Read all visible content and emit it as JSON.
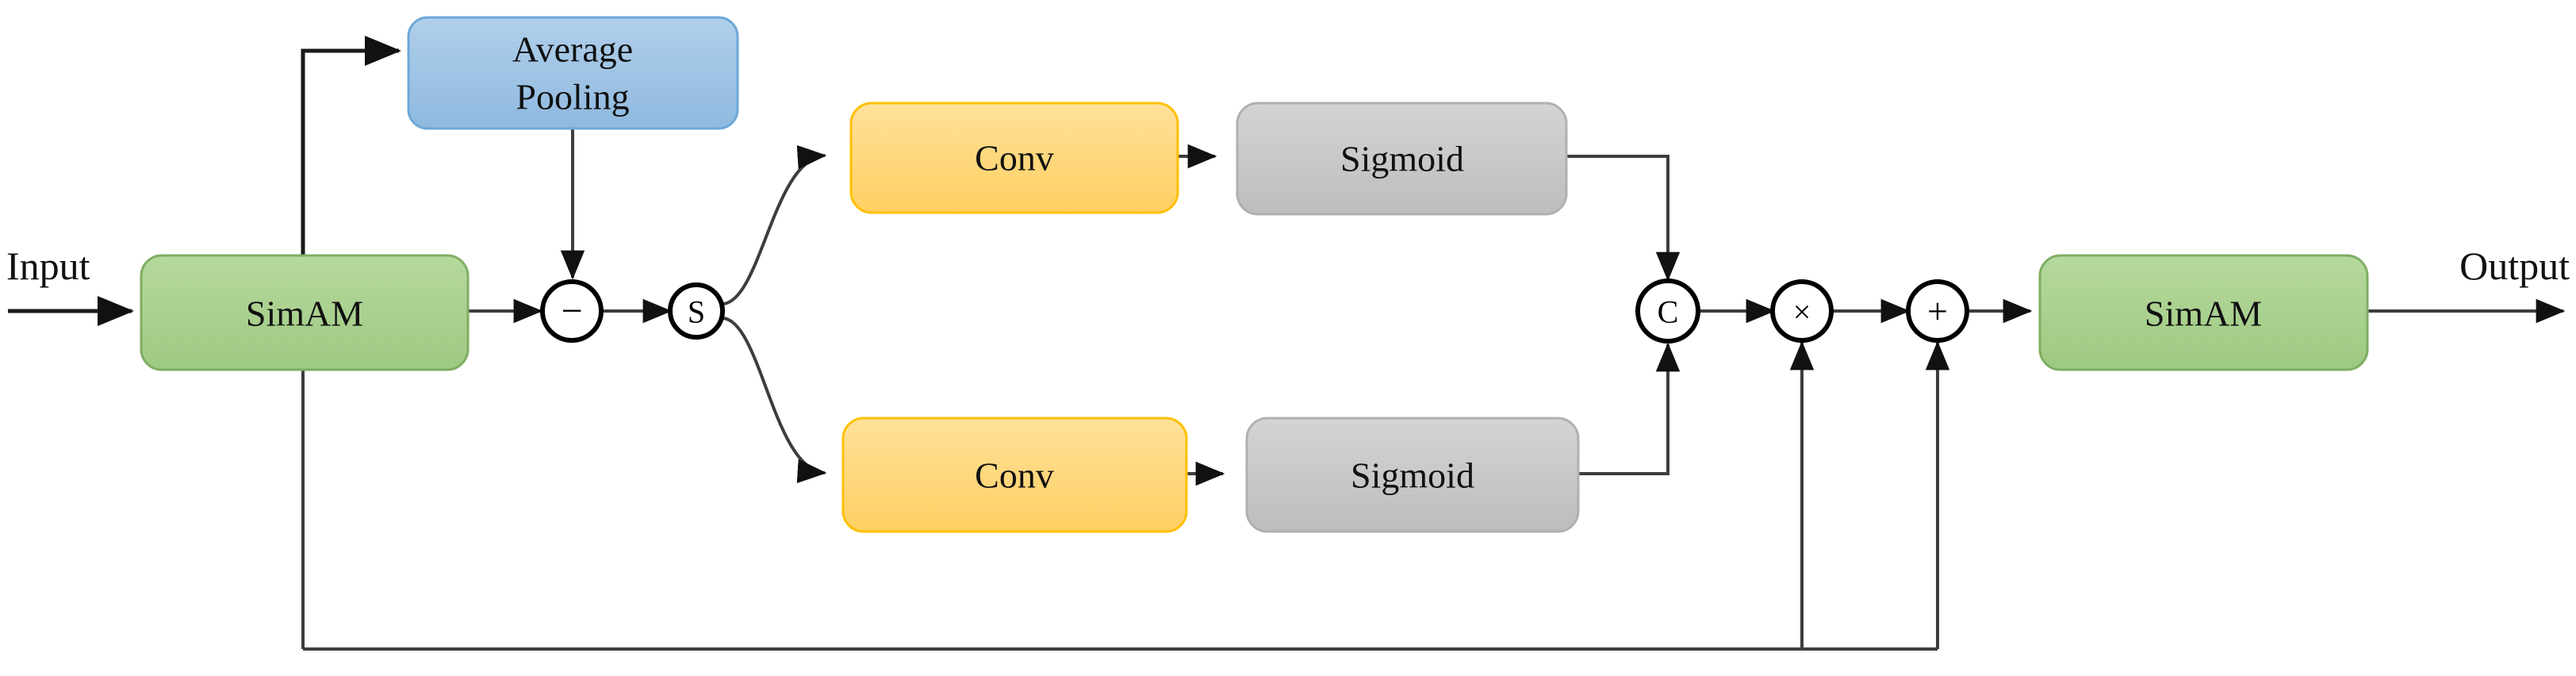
{
  "diagram": {
    "title": "SimAM attention block data-flow diagram",
    "io": {
      "input_label": "Input",
      "output_label": "Output"
    },
    "nodes": {
      "simam_in": {
        "label": "SimAM",
        "color": "#a9d18e",
        "border": "#7fad63"
      },
      "avg_pool": {
        "label": "Average Pooling",
        "line1": "Average",
        "line2": "Pooling",
        "color": "#9dc3e6",
        "border": "#6da7d8"
      },
      "conv_top": {
        "label": "Conv",
        "color": "#ffd966",
        "border": "#ffc000"
      },
      "conv_bottom": {
        "label": "Conv",
        "color": "#ffd966",
        "border": "#ffc000"
      },
      "sigmoid_top": {
        "label": "Sigmoid",
        "color": "#c9c9c9",
        "border": "#b0b0b0"
      },
      "sigmoid_bottom": {
        "label": "Sigmoid",
        "color": "#c9c9c9",
        "border": "#b0b0b0"
      },
      "simam_out": {
        "label": "SimAM",
        "color": "#a9d18e",
        "border": "#7fad63"
      }
    },
    "operators": {
      "subtract": {
        "glyph": "−",
        "name": "subtract"
      },
      "split": {
        "glyph": "S",
        "name": "split"
      },
      "concat": {
        "glyph": "C",
        "name": "concat"
      },
      "multiply": {
        "glyph": "×",
        "name": "multiply"
      },
      "add": {
        "glyph": "+",
        "name": "add"
      }
    },
    "edges": [
      {
        "from": "input",
        "to": "simam_in"
      },
      {
        "from": "simam_in",
        "to": "avg_pool"
      },
      {
        "from": "avg_pool",
        "to": "subtract"
      },
      {
        "from": "simam_in",
        "to": "subtract"
      },
      {
        "from": "subtract",
        "to": "split"
      },
      {
        "from": "split",
        "to": "conv_top"
      },
      {
        "from": "split",
        "to": "conv_bottom"
      },
      {
        "from": "conv_top",
        "to": "sigmoid_top"
      },
      {
        "from": "conv_bottom",
        "to": "sigmoid_bottom"
      },
      {
        "from": "sigmoid_top",
        "to": "concat"
      },
      {
        "from": "sigmoid_bottom",
        "to": "concat"
      },
      {
        "from": "concat",
        "to": "multiply"
      },
      {
        "from": "multiply",
        "to": "add"
      },
      {
        "from": "add",
        "to": "simam_out"
      },
      {
        "from": "simam_out",
        "to": "output"
      },
      {
        "from": "simam_in_skip",
        "to": "multiply"
      },
      {
        "from": "simam_in_skip",
        "to": "add"
      }
    ]
  }
}
